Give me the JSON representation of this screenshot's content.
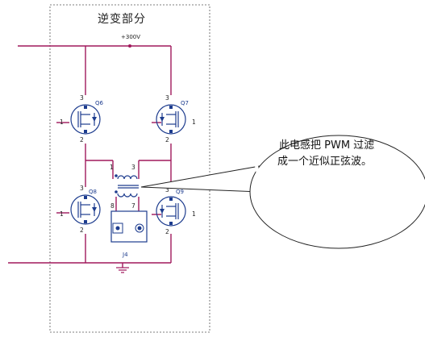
{
  "section_title": "逆变部分",
  "supply_label": "+300V",
  "transistors": [
    {
      "id": "q6",
      "name": "Q6"
    },
    {
      "id": "q7",
      "name": "Q7"
    },
    {
      "id": "q8",
      "name": "Q8"
    },
    {
      "id": "q9",
      "name": "Q9"
    }
  ],
  "pin_numbers": {
    "gate": "1",
    "drain": "3",
    "source": "2"
  },
  "inductor_pins": {
    "top_left": "1",
    "top_right": "3",
    "bot_left": "8",
    "bot_right": "7"
  },
  "connector_label": "J4",
  "callout": {
    "line1": "此电感把 PWM 过滤",
    "line2": "成一个近似正弦波。"
  },
  "colors": {
    "wire": "#a0185c",
    "component": "#1d3c8e"
  }
}
